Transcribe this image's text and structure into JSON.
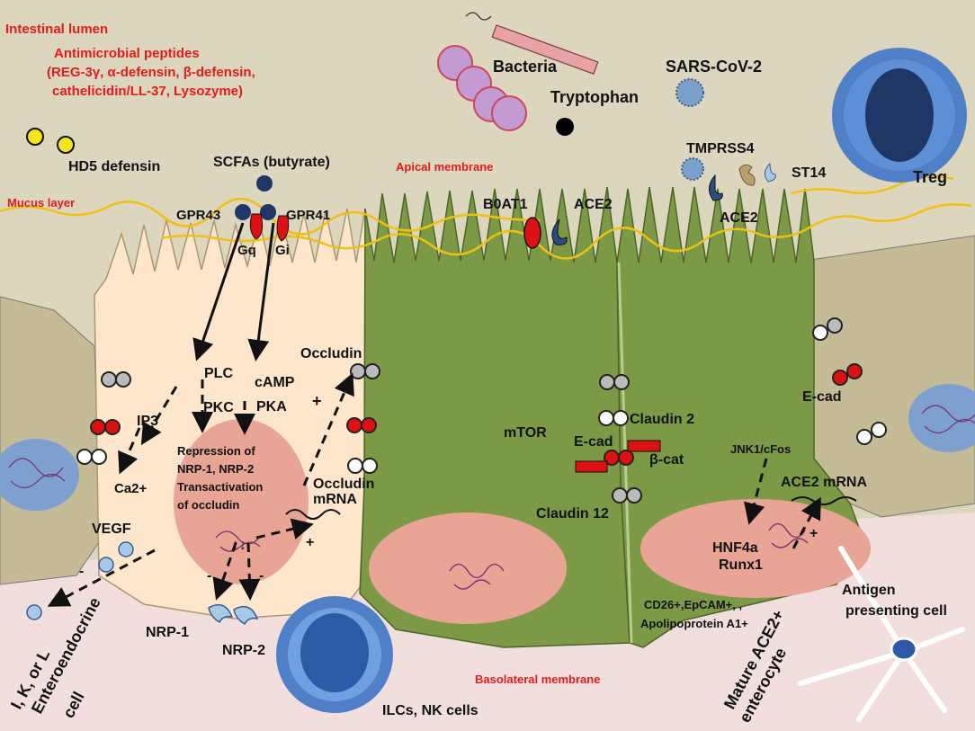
{
  "labels": {
    "intestinal_lumen": "Intestinal lumen",
    "antimicrobial_title": "Antimicrobial peptides",
    "antimicrobial_line2": "(REG-3γ, α-defensin, β-defensin,",
    "antimicrobial_line3": "cathelicidin/LL-37, Lysozyme)",
    "mucus_layer": "Mucus layer",
    "apical_membrane": "Apical membrane",
    "basolateral_membrane": "Basolateral membrane",
    "bacteria": "Bacteria",
    "tryptophan": "Tryptophan",
    "sars": "SARS-CoV-2",
    "hd5": "HD5 defensin",
    "scfas": "SCFAs (butyrate)",
    "tmprss4": "TMPRSS4",
    "st14": "ST14",
    "treg": "Treg",
    "gpr43": "GPR43",
    "gpr41": "GPR41",
    "gq": "Gq",
    "gi": "Gi",
    "b0at1": "B0AT1",
    "ace2_left": "ACE2",
    "ace2_right": "ACE2",
    "plc": "PLC",
    "pkc": "PKC",
    "camp": "cAMP",
    "pka": "PKA",
    "ip3": "IP3",
    "ca2": "Ca2+",
    "occludin": "Occludin",
    "plus_top": "+",
    "repression_1": "Repression of",
    "repression_2": "NRP-1, NRP-2",
    "repression_3": "Transactivation",
    "repression_4": "of occludin",
    "occludin_mrna_1": "Occludin",
    "occludin_mrna_2": "mRNA",
    "plus_mrna": "+",
    "vegf": "VEGF",
    "minus_vegf": "-",
    "minus_nrp1": "-",
    "minus_nrp2": "-",
    "nrp1": "NRP-1",
    "nrp2": "NRP-2",
    "ikl": "I, K, or L",
    "enteroendocrine": "Enteroendocrine",
    "cell": "cell",
    "ilcs": "ILCs, NK cells",
    "mtor": "mTOR",
    "claudin2": "Claudin 2",
    "ecad_mid": "E-cad",
    "bcat": "β-cat",
    "claudin12": "Claudin 12",
    "jnk": "JNK1/cFos",
    "ace2_mrna": "ACE2 mRNA",
    "hnf4a": "HNF4a",
    "runx1": "Runx1",
    "plus_runx": "+",
    "cd26": "CD26+,EpCAM+, ,",
    "apolipo": "Apolipoprotein A1+",
    "mature": "Mature  ACE2+",
    "enterocyte": "enterocyte",
    "antigen_1": "Antigen",
    "antigen_2": "presenting cell",
    "ecad_right": "E-cad"
  },
  "colors": {
    "lumen": "#dcd6be",
    "basal": "#f3dede",
    "orange_cell": "#fde6cc",
    "green_cell": "#7c9a46",
    "side_cell": "#c6bb97",
    "nucleus": "#e8a596",
    "mucus": "#f0c010",
    "red": "#dd1111",
    "blue_cell": "#4f7fc7",
    "label_red": "#e21c1c"
  }
}
